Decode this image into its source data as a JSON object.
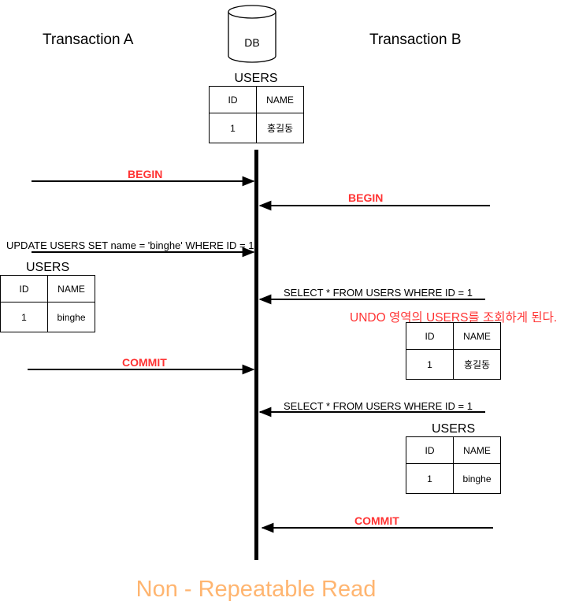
{
  "lanes": {
    "a": "Transaction A",
    "b": "Transaction B"
  },
  "db": {
    "label": "DB"
  },
  "tables": {
    "initial": {
      "title": "USERS",
      "headers": [
        "ID",
        "NAME"
      ],
      "row": [
        "1",
        "홍길동"
      ]
    },
    "after_update": {
      "title": "USERS",
      "headers": [
        "ID",
        "NAME"
      ],
      "row": [
        "1",
        "binghe"
      ]
    },
    "undo_read": {
      "headers": [
        "ID",
        "NAME"
      ],
      "row": [
        "1",
        "홍길동"
      ]
    },
    "after_commit": {
      "title": "USERS",
      "headers": [
        "ID",
        "NAME"
      ],
      "row": [
        "1",
        "binghe"
      ]
    }
  },
  "messages": {
    "begin_a": "BEGIN",
    "begin_b": "BEGIN",
    "update_a": "UPDATE USERS SET name = 'binghe' WHERE ID = 1",
    "select_b1": "SELECT * FROM USERS WHERE ID = 1",
    "undo_note": "UNDO 영역의 USERS를 조회하게 된다.",
    "commit_a": "COMMIT",
    "select_b2": "SELECT * FROM USERS WHERE ID = 1",
    "commit_b": "COMMIT"
  },
  "footer": "Non - Repeatable Read",
  "colors": {
    "highlight": "#ff3333",
    "footer": "#ffb570",
    "line": "#000000"
  }
}
